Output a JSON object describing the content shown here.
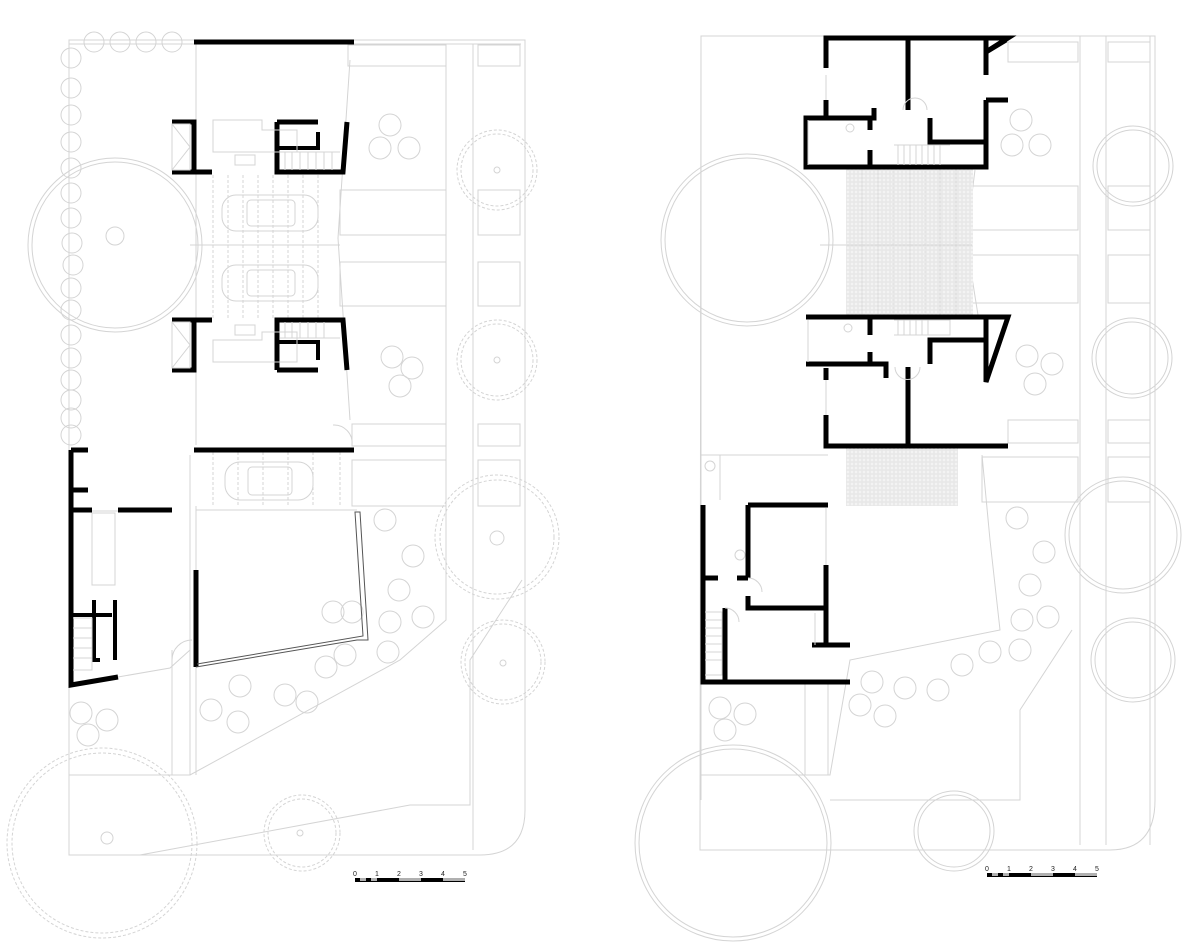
{
  "drawing": {
    "type": "architectural floor plans",
    "plans": [
      {
        "id": "ground-floor",
        "position": "left",
        "description": "Ground floor plan with two row houses, carport with three cars, corner house, gardens and trees"
      },
      {
        "id": "upper-floor",
        "position": "right",
        "description": "Upper floor plan with bedrooms, bathrooms and paved courtyard between houses"
      }
    ],
    "scale_bars": [
      {
        "plan": "ground-floor",
        "unit": "m",
        "ticks": [
          "0",
          "1",
          "2",
          "3",
          "4",
          "5"
        ]
      },
      {
        "plan": "upper-floor",
        "unit": "m",
        "ticks": [
          "0",
          "1",
          "2",
          "3",
          "4",
          "5"
        ]
      }
    ],
    "colors": {
      "background": "#ffffff",
      "walls": "#000000",
      "context_lines": "#d4d4d4"
    }
  }
}
